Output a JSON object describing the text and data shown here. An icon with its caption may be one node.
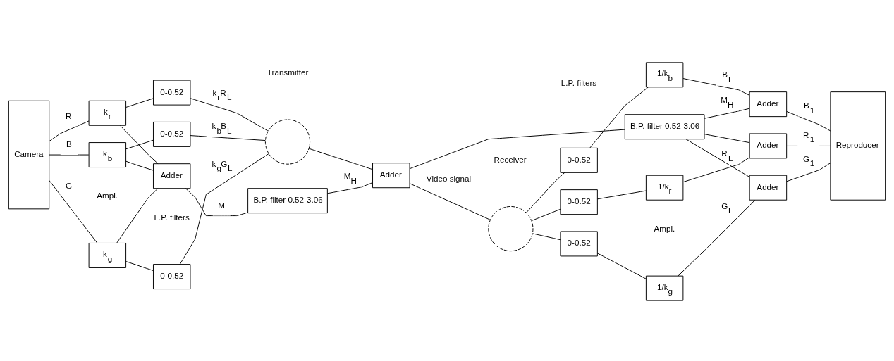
{
  "diagram": {
    "nodes": [
      {
        "text": [
          "Camera"
        ]
      },
      {
        "text": [
          "k$_{g}$"
        ]
      },
      {
        "text": [
          "k$_{r}$"
        ]
      },
      {
        "text": [
          "k$_{b}$"
        ]
      },
      {
        "text": [
          "0-0.52"
        ]
      },
      {
        "text": [
          "0-0.52"
        ]
      },
      {
        "text": [
          "0-0.52"
        ]
      },
      {
        "text": [],
        "shape": "circle"
      },
      {
        "text": [
          "Adder"
        ]
      },
      {
        "text": [
          "Adder"
        ]
      },
      {
        "text": [
          "B.P. filter 0.52-3.06"
        ]
      },
      {
        "text": [],
        "shape": "circle"
      },
      {
        "text": [
          "0-0.52"
        ]
      },
      {
        "text": [
          "0-0.52"
        ]
      },
      {
        "text": [
          "0-0.52"
        ]
      },
      {
        "text": [
          "1/k$_{g}$"
        ]
      },
      {
        "text": [
          "1/k$_{r}$"
        ]
      },
      {
        "text": [
          "1/k$_{b}$"
        ]
      },
      {
        "text": [
          "Adder"
        ]
      },
      {
        "text": [
          "Adder"
        ]
      },
      {
        "text": [
          "Adder"
        ]
      },
      {
        "text": [
          "Reproducer"
        ]
      },
      {
        "text": [
          "B.P. filter 0.52-3.06"
        ]
      }
    ],
    "edges": [
      {
        "from": 0,
        "to": 1,
        "arrow": "none",
        "label": "G"
      },
      {
        "from": 0,
        "to": 2,
        "arrow": "none",
        "label": "R"
      },
      {
        "from": 0,
        "to": 3,
        "arrow": "none",
        "label": "B"
      },
      {
        "from": 1,
        "to": 4,
        "arrow": "none"
      },
      {
        "from": 2,
        "to": 5,
        "arrow": "none"
      },
      {
        "from": 3,
        "to": 6,
        "arrow": "none"
      },
      {
        "from": 1,
        "to": 9,
        "arrow": "none"
      },
      {
        "from": 2,
        "to": 9,
        "arrow": "none"
      },
      {
        "from": 3,
        "to": 9,
        "arrow": "none"
      },
      {
        "from": 4,
        "to": 7,
        "arrow": "none",
        "label": "k$_{g}$G$_{L}$"
      },
      {
        "from": 5,
        "to": 7,
        "arrow": "none",
        "label": "k$_{r}$R$_{L}$"
      },
      {
        "from": 6,
        "to": 7,
        "arrow": "none",
        "label": "k$_{b}$B$_{L}$"
      },
      {
        "from": 7,
        "to": 8,
        "arrow": "none"
      },
      {
        "from": 9,
        "to": 10,
        "arrow": "none",
        "label": "M"
      },
      {
        "from": 10,
        "to": 8,
        "arrow": "none",
        "label": "M$_{H}$"
      },
      {
        "from": 8,
        "to": 11,
        "arrow": "none",
        "label": "Video signal"
      },
      {
        "from": 8,
        "to": 22,
        "arrow": "none"
      },
      {
        "from": 11,
        "to": 12,
        "arrow": "none"
      },
      {
        "from": 11,
        "to": 13,
        "arrow": "none"
      },
      {
        "from": 11,
        "to": 14,
        "arrow": "none"
      },
      {
        "from": 12,
        "to": 15,
        "arrow": "none"
      },
      {
        "from": 13,
        "to": 16,
        "arrow": "none"
      },
      {
        "from": 14,
        "to": 17,
        "arrow": "none"
      },
      {
        "from": 15,
        "to": 18,
        "arrow": "none",
        "label": "G$_{L}$"
      },
      {
        "from": 16,
        "to": 19,
        "arrow": "none",
        "label": "R$_{L}$"
      },
      {
        "from": 17,
        "to": 20,
        "arrow": "none",
        "label": "B$_{L}$"
      },
      {
        "from": 18,
        "to": 21,
        "arrow": "none",
        "label": "G$_{1}$"
      },
      {
        "from": 19,
        "to": 21,
        "arrow": "none",
        "label": "R$_{1}$"
      },
      {
        "from": 20,
        "to": 21,
        "arrow": "none",
        "label": "B$_{1}$"
      },
      {
        "from": 22,
        "to": 20,
        "arrow": "none",
        "label": "M$_{H}$"
      },
      {
        "from": 22,
        "to": 19,
        "arrow": "none"
      },
      {
        "from": 22,
        "to": 18,
        "arrow": "none"
      }
    ],
    "labels": [
      "Transmitter",
      "Receiver",
      "Ampl.",
      "L.P. filters",
      "L.P. filters",
      "Ampl."
    ]
  }
}
